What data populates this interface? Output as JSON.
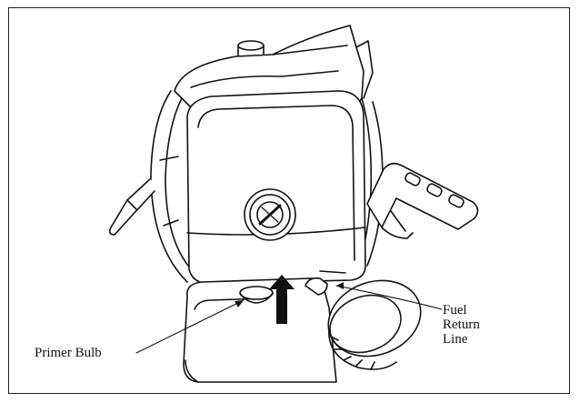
{
  "diagram": {
    "labels": {
      "primer_bulb": "Primer Bulb",
      "fuel_return_line": [
        "Fuel",
        "Return",
        "Line"
      ]
    },
    "colors": {
      "stroke": "#111111",
      "background": "#ffffff"
    }
  }
}
